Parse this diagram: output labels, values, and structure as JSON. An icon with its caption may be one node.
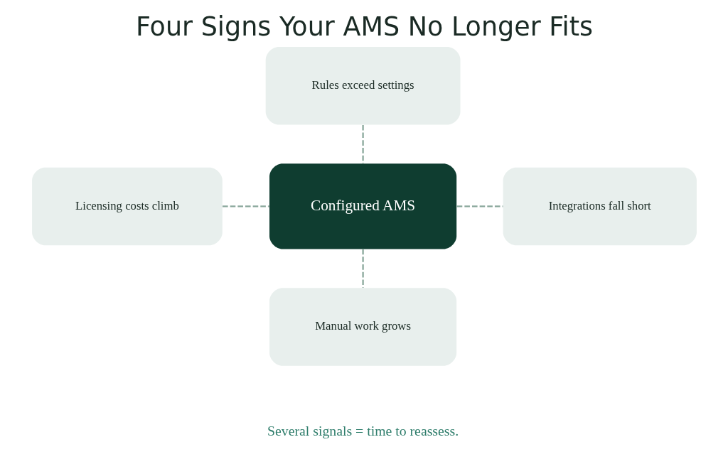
{
  "diagram": {
    "title": "Four Signs Your AMS No Longer Fits",
    "caption": "Several signals = time to reassess.",
    "nodes": [
      {
        "text": [
          "Configured AMS"
        ]
      },
      {
        "text": [
          "Rules exceed settings"
        ]
      },
      {
        "text": [
          "Licensing costs climb"
        ]
      },
      {
        "text": [
          "Integrations fall short"
        ]
      },
      {
        "text": [
          "Manual work grows"
        ]
      }
    ],
    "edges": [
      {
        "from": 1,
        "to": 0,
        "arrow": "none",
        "style": "dashed"
      },
      {
        "from": 2,
        "to": 0,
        "arrow": "none",
        "style": "dashed"
      },
      {
        "from": 0,
        "to": 3,
        "arrow": "none",
        "style": "dashed"
      },
      {
        "from": 0,
        "to": 4,
        "arrow": "none",
        "style": "dashed"
      }
    ]
  }
}
